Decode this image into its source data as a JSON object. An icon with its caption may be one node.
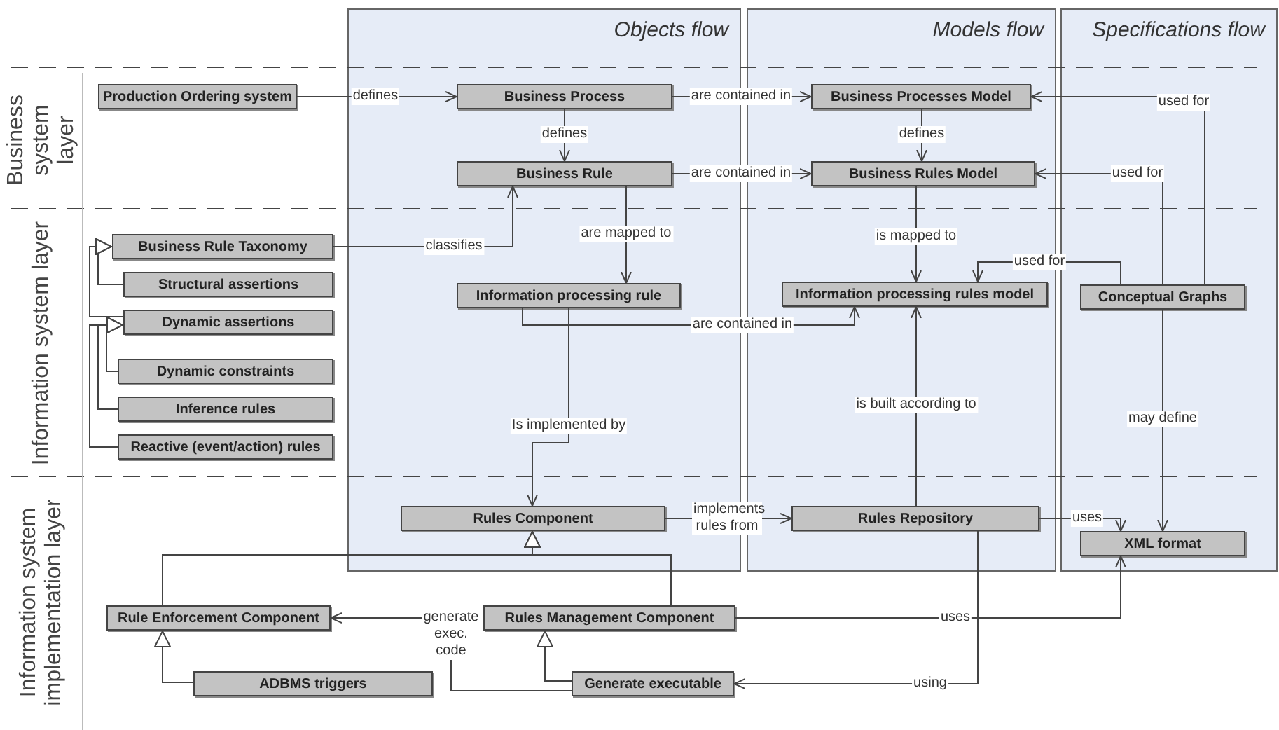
{
  "diagram": {
    "nodes": [
      {
        "text": [
          "Objects flow"
        ]
      },
      {
        "text": [
          "Models flow"
        ]
      },
      {
        "text": [
          "Specifications flow"
        ]
      },
      {
        "text": [
          "Production Ordering system"
        ]
      },
      {
        "text": [
          "Business Process"
        ],
        "in": 0
      },
      {
        "text": [
          "Business Rule"
        ],
        "in": 0
      },
      {
        "text": [
          "Business Processes Model"
        ],
        "in": 1
      },
      {
        "text": [
          "Business Rules Model"
        ],
        "in": 1
      },
      {
        "text": [
          "Business Rule Taxonomy"
        ]
      },
      {
        "text": [
          "Structural assertions"
        ]
      },
      {
        "text": [
          "Dynamic assertions"
        ]
      },
      {
        "text": [
          "Dynamic constraints"
        ]
      },
      {
        "text": [
          "Inference rules"
        ]
      },
      {
        "text": [
          "Reactive (event/action) rules"
        ]
      },
      {
        "text": [
          "Information processing rule"
        ],
        "in": 0
      },
      {
        "text": [
          "Information processing rules model"
        ],
        "in": 1
      },
      {
        "text": [
          "Conceptual Graphs"
        ],
        "in": 2
      },
      {
        "text": [
          "Rules Component"
        ],
        "in": 0
      },
      {
        "text": [
          "Rules Repository"
        ],
        "in": 1
      },
      {
        "text": [
          "XML format"
        ],
        "in": 2
      },
      {
        "text": [
          "Rule Enforcement Component"
        ]
      },
      {
        "text": [
          "Rules Management Component"
        ]
      },
      {
        "text": [
          "ADBMS triggers"
        ]
      },
      {
        "text": [
          "Generate executable"
        ]
      }
    ],
    "edges": [
      {
        "from": 3,
        "to": 4,
        "arrow": "to",
        "label": "defines"
      },
      {
        "from": 4,
        "to": 5,
        "arrow": "to",
        "label": "defines"
      },
      {
        "from": 4,
        "to": 6,
        "arrow": "to",
        "label": "are contained in"
      },
      {
        "from": 5,
        "to": 7,
        "arrow": "to",
        "label": "are contained in"
      },
      {
        "from": 6,
        "to": 7,
        "arrow": "to",
        "label": "defines"
      },
      {
        "from": 8,
        "to": 5,
        "arrow": "to",
        "label": "classifies"
      },
      {
        "from": 5,
        "to": 14,
        "arrow": "to",
        "label": "are mapped to"
      },
      {
        "from": 7,
        "to": 15,
        "arrow": "to",
        "label": "is mapped to"
      },
      {
        "from": 14,
        "to": 15,
        "arrow": "to",
        "label": "are contained in"
      },
      {
        "from": 16,
        "to": 6,
        "arrow": "to",
        "label": "used for"
      },
      {
        "from": 16,
        "to": 7,
        "arrow": "to",
        "label": "used for"
      },
      {
        "from": 16,
        "to": 15,
        "arrow": "to",
        "label": "used for"
      },
      {
        "from": 14,
        "to": 17,
        "arrow": "to",
        "label": "Is implemented by"
      },
      {
        "from": 18,
        "to": 15,
        "arrow": "to",
        "label": "is built according to"
      },
      {
        "from": 16,
        "to": 19,
        "arrow": "to",
        "label": "may define"
      },
      {
        "from": 17,
        "to": 18,
        "arrow": "to",
        "label": "implements rules from"
      },
      {
        "from": 18,
        "to": 19,
        "arrow": "to",
        "label": "uses"
      },
      {
        "from": 21,
        "to": 19,
        "arrow": "to",
        "label": "uses"
      },
      {
        "from": 18,
        "to": 23,
        "arrow": "to",
        "label": "using"
      },
      {
        "from": 23,
        "to": 20,
        "arrow": "to",
        "label": "generate exec. code"
      },
      {
        "from": 9,
        "to": 8,
        "arrow": "to"
      },
      {
        "from": 10,
        "to": 8,
        "arrow": "to"
      },
      {
        "from": 11,
        "to": 10,
        "arrow": "to"
      },
      {
        "from": 12,
        "to": 10,
        "arrow": "to"
      },
      {
        "from": 13,
        "to": 10,
        "arrow": "to"
      },
      {
        "from": 20,
        "to": 17,
        "arrow": "to"
      },
      {
        "from": 21,
        "to": 17,
        "arrow": "to"
      },
      {
        "from": 22,
        "to": 20,
        "arrow": "to"
      },
      {
        "from": 23,
        "to": 21,
        "arrow": "to"
      }
    ],
    "labels": [
      "Business system layer",
      "Information system layer",
      "Information system implementation layer"
    ]
  }
}
